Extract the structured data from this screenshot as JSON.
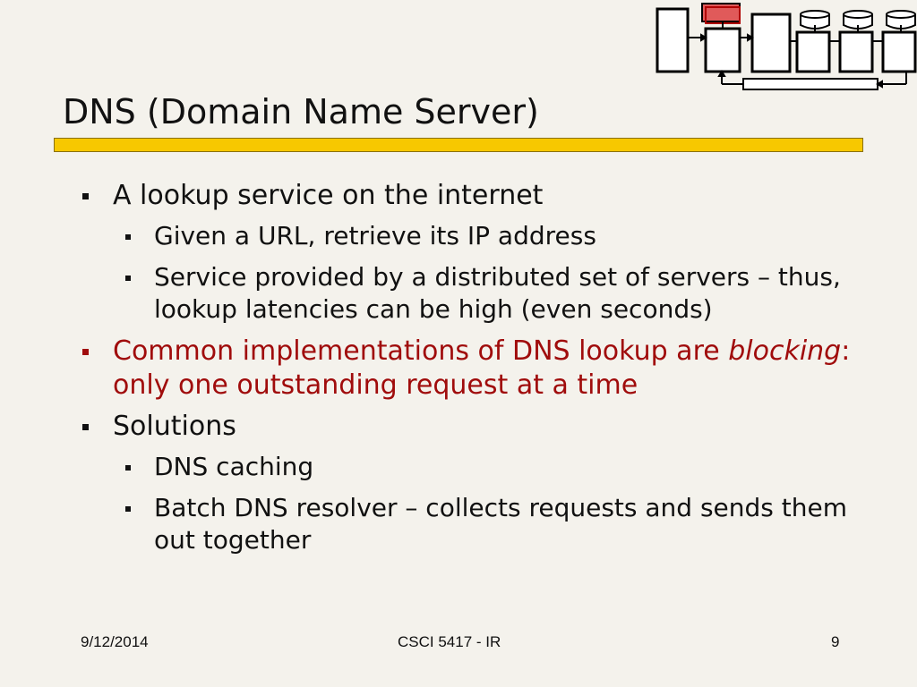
{
  "slide": {
    "title": "DNS (Domain Name Server)",
    "bullets": [
      {
        "text": "A lookup service on the internet",
        "sub": [
          "Given a URL, retrieve its IP address",
          "Service provided by a distributed set of servers – thus, lookup latencies can be high (even seconds)"
        ]
      },
      {
        "text_before": "Common implementations of DNS lookup are ",
        "text_emphasis": "blocking",
        "text_after": ": only one outstanding request at a time"
      },
      {
        "text": "Solutions",
        "sub": [
          "DNS caching",
          "Batch DNS resolver – collects requests and sends them out together"
        ]
      }
    ]
  },
  "footer": {
    "date": "9/12/2014",
    "course": "CSCI 5417 - IR",
    "page": "9"
  },
  "colors": {
    "accent_bar": "#f7c800",
    "emphasis_text": "#a00c0c",
    "logo_highlight": "#e05a5a"
  },
  "icons": {
    "logo": "crawler-architecture-diagram-icon"
  }
}
